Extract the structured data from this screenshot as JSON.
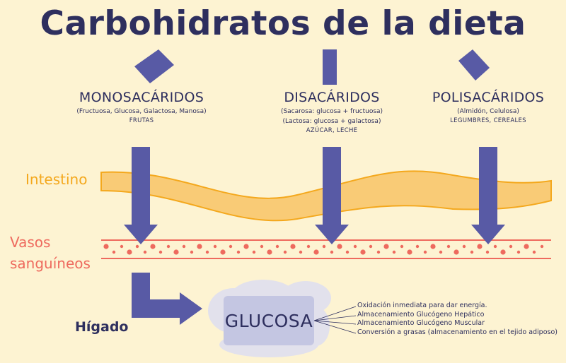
{
  "title": "Carbohidratos de la dieta",
  "categories": [
    {
      "name": "MONOSACÁRIDOS",
      "details": [
        "(Fructuosa, Glucosa, Galactosa, Manosa)"
      ],
      "foods": "FRUTAS"
    },
    {
      "name": "DISACÁRIDOS",
      "details": [
        "(Sacarosa: glucosa + fructuosa)",
        "(Lactosa: glucosa + galactosa)"
      ],
      "foods": "AZÚCAR, LECHE"
    },
    {
      "name": "POLISACÁRIDOS",
      "details": [
        "(Almidón, Celulosa)"
      ],
      "foods": "LEGUMBRES, CEREALES"
    }
  ],
  "layers": {
    "intestine": "Intestino",
    "vessels_line1": "Vasos",
    "vessels_line2": "sanguíneos",
    "liver": "Hígado"
  },
  "glucose": "GLUCOSA",
  "uses": [
    "Oxidación inmediata para dar energía.",
    "Almacenamiento Glucógeno Hepático",
    "Almacenamiento Glucógeno Muscular",
    "Conversión a grasas (almacenamiento en el tejido adiposo)"
  ],
  "colors": {
    "background": "#fdf3d2",
    "arrow": "#585aa5",
    "intestine": "#f9cb76",
    "intestine_label": "#f4a81d",
    "vessel": "#ee6a5e",
    "text": "#2e2f5e",
    "glucose_box": "#c4c6e2",
    "glucose_cloud": "#e2e1ec"
  }
}
